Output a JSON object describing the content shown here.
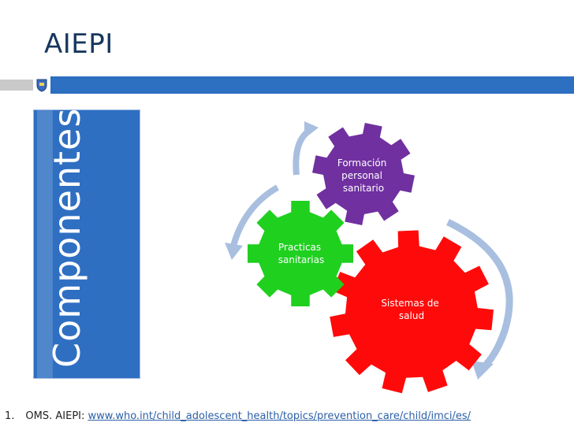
{
  "slide": {
    "title": "AIEPI",
    "vertical_label": "Componentes"
  },
  "gears": {
    "formacion": {
      "lines": [
        "Formación",
        "personal",
        "sanitario"
      ],
      "color": "#7030a0"
    },
    "practicas": {
      "lines": [
        "Practicas",
        "sanitarias"
      ],
      "color": "#1fd01f"
    },
    "sistemas": {
      "lines": [
        "Sistemas de",
        "salud"
      ],
      "color": "#ff0a0a"
    }
  },
  "arrow_color": "#a9bfe0",
  "accent": {
    "blue": "#2d6fc1",
    "title": "#17375e"
  },
  "footnote": {
    "number": "1.",
    "text": "OMS. AIEPI: ",
    "link": "www.who.int/child_adolescent_health/topics/prevention_care/child/imci/es/"
  }
}
